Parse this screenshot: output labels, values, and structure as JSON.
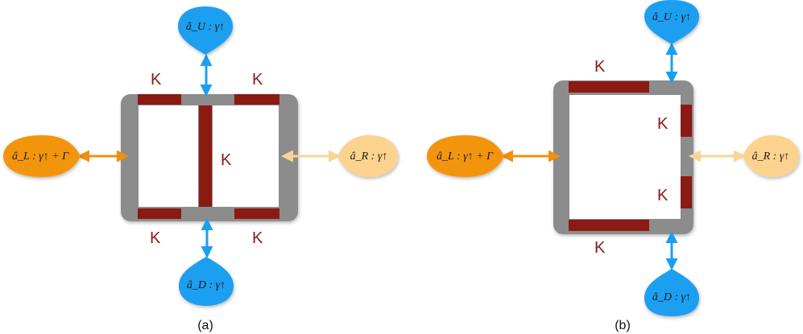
{
  "colors": {
    "frame": "#8c8c8c",
    "coupler": "#8b1a12",
    "port_blue": "#1a9ff0",
    "port_orange": "#f29511",
    "port_light": "#fbd38e",
    "arrow_orange": "#f08f10",
    "arrow_light": "#f8d596",
    "label_k": "#8b1a12"
  },
  "diagram_a": {
    "caption": "(a)",
    "coupling_labels": [
      "K",
      "K",
      "K",
      "K",
      "K"
    ],
    "ports": {
      "up": "â_U :  γ↑",
      "down": "â_D :  γ↑",
      "left": "â_L :  γ↑ + Γ",
      "right": "â_R :  γ↑"
    }
  },
  "diagram_b": {
    "caption": "(b)",
    "coupling_labels": [
      "K",
      "K",
      "K",
      "K"
    ],
    "ports": {
      "up": "â_U :  γ↑",
      "down": "â_D :  γ↑",
      "left": "â_L :  γ↑ + Γ",
      "right": "â_R :  γ↑"
    }
  }
}
